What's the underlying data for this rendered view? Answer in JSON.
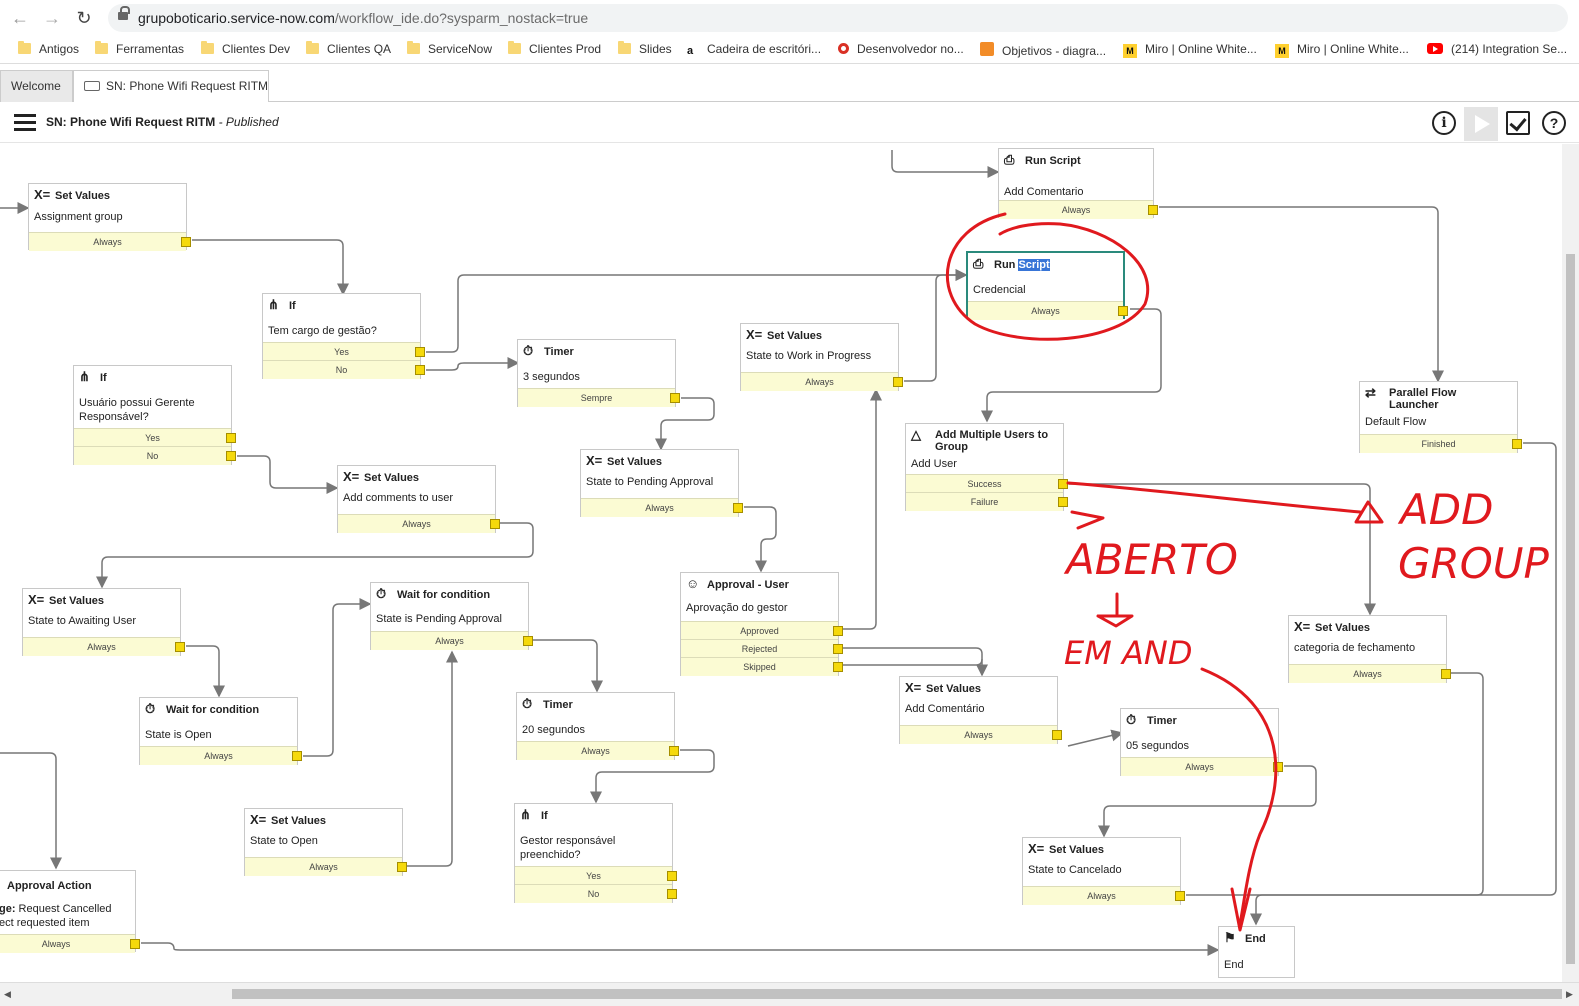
{
  "browser": {
    "url_host": "grupoboticario.service-now.com",
    "url_path": "/workflow_ide.do?sysparm_nostack=true",
    "bookmarks": [
      {
        "label": "Antigos",
        "icon": "folder-icon"
      },
      {
        "label": "Ferramentas",
        "icon": "folder-icon"
      },
      {
        "label": "Clientes Dev",
        "icon": "folder-icon"
      },
      {
        "label": "Clientes QA",
        "icon": "folder-icon"
      },
      {
        "label": "ServiceNow",
        "icon": "folder-icon"
      },
      {
        "label": "Clientes Prod",
        "icon": "folder-icon"
      },
      {
        "label": "Slides",
        "icon": "folder-icon"
      },
      {
        "label": "Cadeira de escritóri...",
        "icon": "amazon-icon"
      },
      {
        "label": "Desenvolvedor no...",
        "icon": "red-circle-icon"
      },
      {
        "label": "Objetivos - diagra...",
        "icon": "orange-diagram-icon"
      },
      {
        "label": "Miro | Online White...",
        "icon": "miro-icon"
      },
      {
        "label": "Miro | Online White...",
        "icon": "miro-icon"
      },
      {
        "label": "(214) Integration Se...",
        "icon": "youtube-icon"
      }
    ]
  },
  "tabs": [
    {
      "label": "Welcome"
    },
    {
      "label": "SN: Phone Wifi Request RITM"
    }
  ],
  "header": {
    "title": "SN: Phone Wifi Request RITM",
    "separator": " - ",
    "status": "Published"
  },
  "activities": {
    "run_script_comentario": {
      "type": "Run Script",
      "name": "Add Comentario",
      "conditions": [
        "Always"
      ]
    },
    "set_values_assignment": {
      "type": "Set Values",
      "name": "Assignment group",
      "conditions": [
        "Always"
      ]
    },
    "run_script_credencial": {
      "type_a": "Run ",
      "type_b": "Script",
      "name": "Credencial",
      "conditions": [
        "Always"
      ]
    },
    "if_cargo": {
      "type": "If",
      "name": "Tem cargo de gestão?",
      "conditions": [
        "Yes",
        "No"
      ]
    },
    "timer_3": {
      "type": "Timer",
      "name": "3 segundos",
      "conditions": [
        "Sempre"
      ]
    },
    "set_values_wip": {
      "type": "Set Values",
      "name": "State to Work in Progress",
      "conditions": [
        "Always"
      ]
    },
    "if_gerente": {
      "type": "If",
      "name": "Usuário possui Gerente\nResponsável?",
      "conditions": [
        "Yes",
        "No"
      ]
    },
    "parallel_flow": {
      "type": "Parallel Flow\nLauncher",
      "name": "Default Flow",
      "conditions": [
        "Finished"
      ]
    },
    "add_users_group": {
      "type": "Add Multiple Users to\nGroup",
      "name": "Add User",
      "conditions": [
        "Success",
        "Failure"
      ]
    },
    "set_values_pending": {
      "type": "Set Values",
      "name": "State to Pending Approval",
      "conditions": [
        "Always"
      ]
    },
    "set_values_comments_user": {
      "type": "Set Values",
      "name": "Add comments to user",
      "conditions": [
        "Always"
      ]
    },
    "set_values_awaiting": {
      "type": "Set Values",
      "name": "State to Awaiting User",
      "conditions": [
        "Always"
      ]
    },
    "wait_pending": {
      "type": "Wait for condition",
      "name": "State is Pending Approval",
      "conditions": [
        "Always"
      ]
    },
    "approval_user": {
      "type": "Approval - User",
      "name": "Aprovação do gestor",
      "conditions": [
        "Approved",
        "Rejected",
        "Skipped"
      ]
    },
    "set_values_fechamento": {
      "type": "Set Values",
      "name": "categoria de fechamento",
      "conditions": [
        "Always"
      ]
    },
    "wait_open": {
      "type": "Wait for condition",
      "name": "State is Open",
      "conditions": [
        "Always"
      ]
    },
    "timer_20": {
      "type": "Timer",
      "name": "20 segundos",
      "conditions": [
        "Always"
      ]
    },
    "set_values_add_comentario": {
      "type": "Set Values",
      "name": "Add Comentário",
      "conditions": [
        "Always"
      ]
    },
    "timer_05": {
      "type": "Timer",
      "name": "05 segundos",
      "conditions": [
        "Always"
      ]
    },
    "set_values_open": {
      "type": "Set Values",
      "name": "State to Open",
      "conditions": [
        "Always"
      ]
    },
    "if_gestor": {
      "type": "If",
      "name": "Gestor responsável\npreenchido?",
      "conditions": [
        "Yes",
        "No"
      ]
    },
    "set_values_cancelado": {
      "type": "Set Values",
      "name": "State to Cancelado",
      "conditions": [
        "Always"
      ]
    },
    "approval_action": {
      "type": "Approval Action",
      "line1_label": "ge:",
      "line1_value": " Request Cancelled",
      "line2": "ect requested item",
      "conditions": [
        "Always"
      ]
    },
    "end": {
      "type": "End",
      "name": "End"
    }
  },
  "annotations": {
    "aberto": "ABERTO",
    "em_and": "EM AND",
    "add": "ADD",
    "group": "GROUP",
    "color": "#e0191e"
  },
  "colors": {
    "condition_bar": "#fbfbd3",
    "port": "#f5d90c",
    "selected_border": "#2a8a7c",
    "selection_highlight": "#3875d7"
  }
}
